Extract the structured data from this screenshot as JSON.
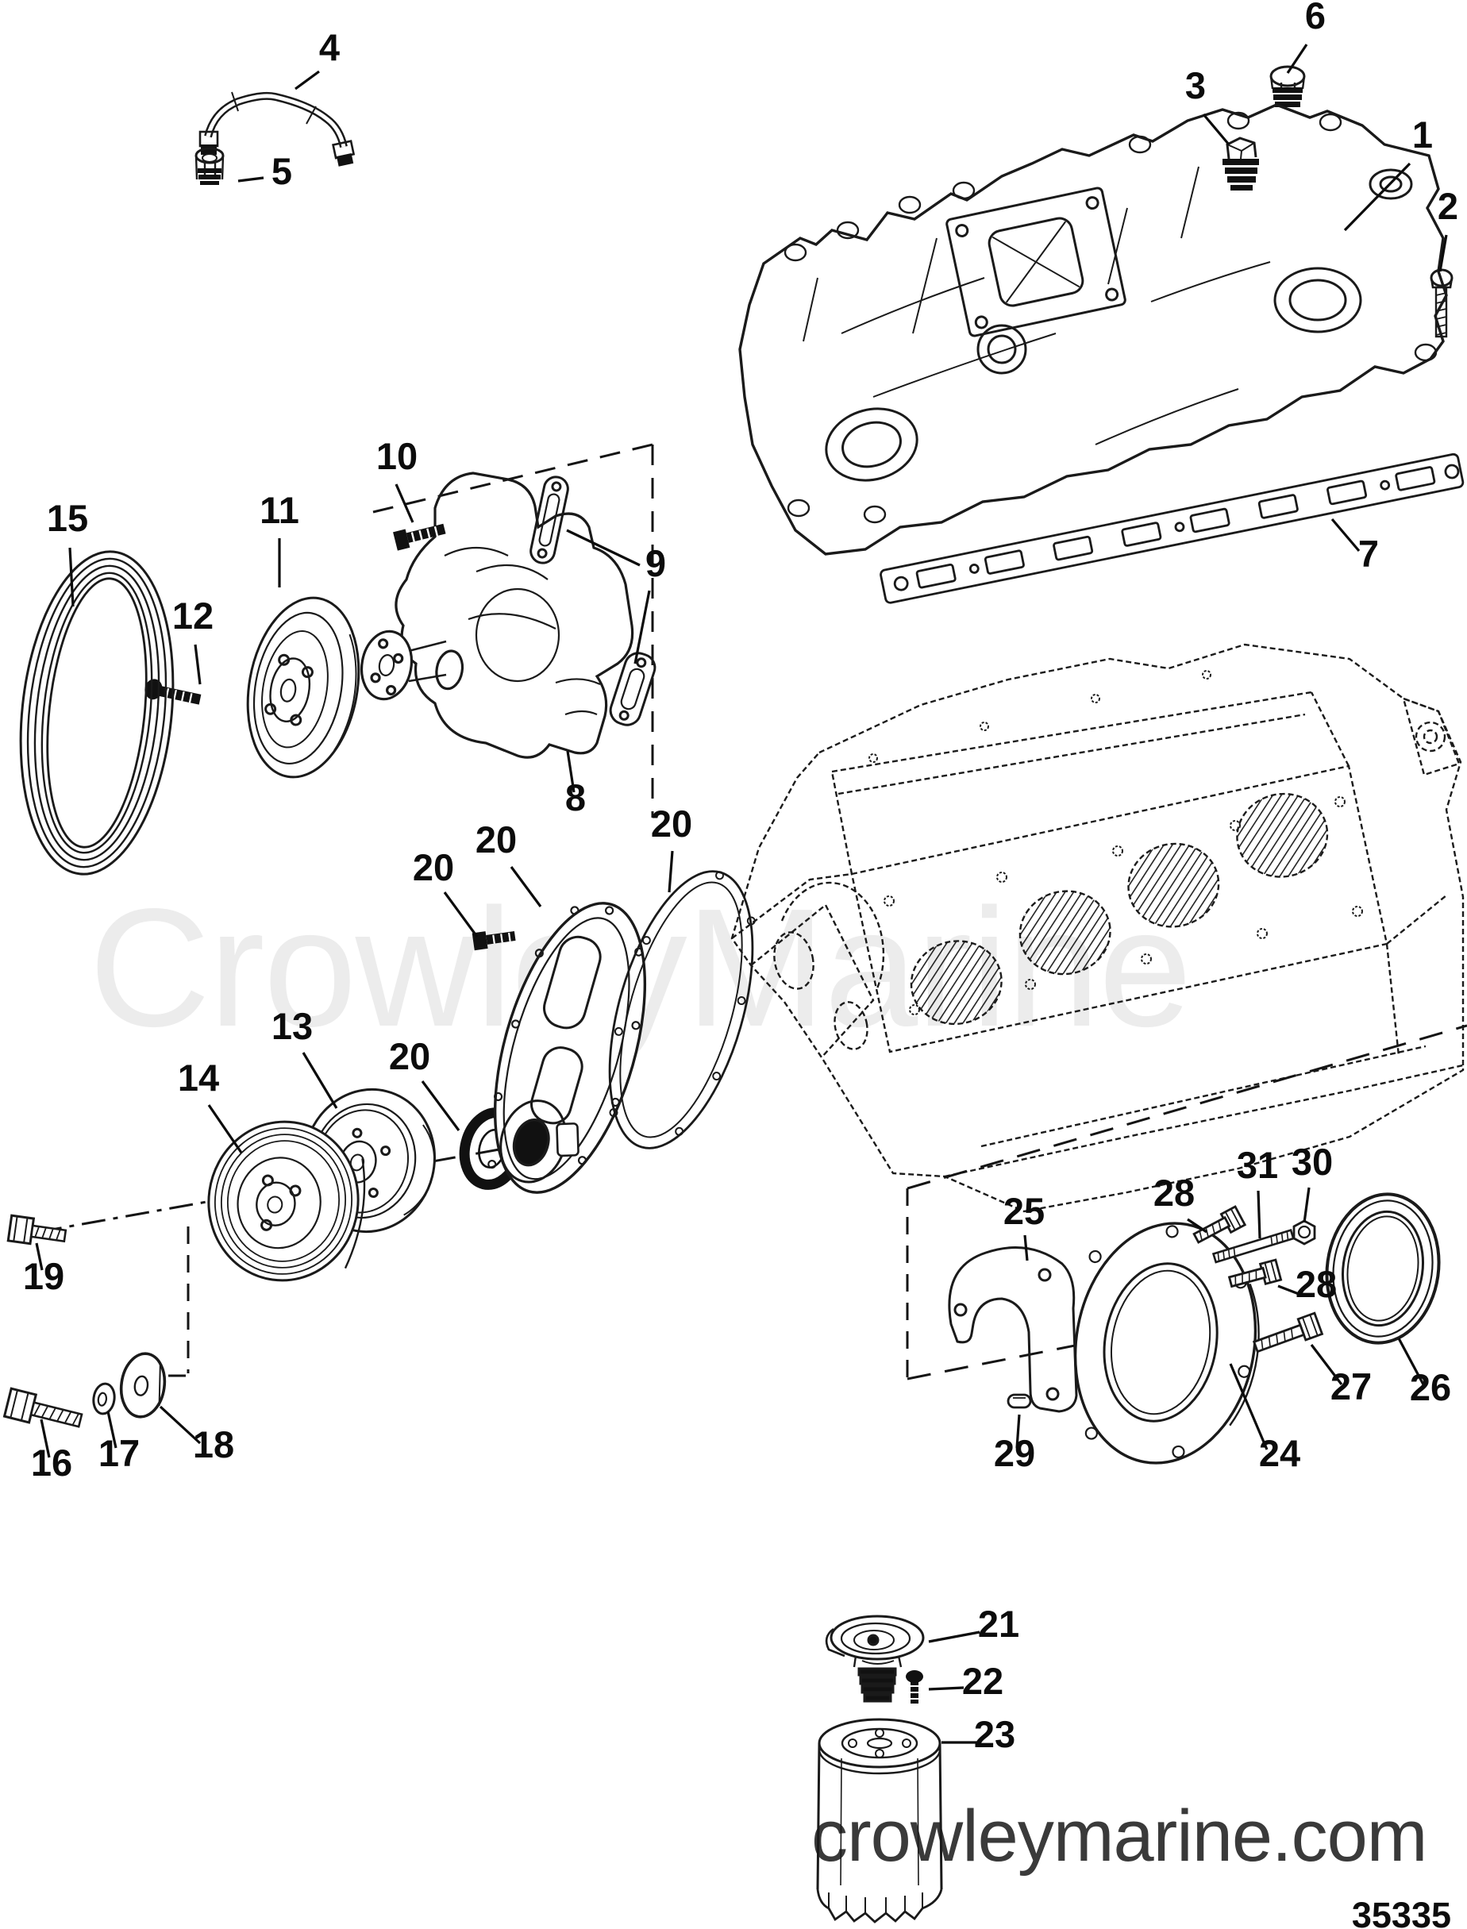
{
  "diagram": {
    "watermark": "CrowleyMarine",
    "footer_url": "crowleymarine.com",
    "drawing_number": "35335",
    "colors": {
      "line": "#1a1a1a",
      "watermark": "#ececec",
      "footer_text": "#3a3a3a",
      "background": "#ffffff"
    },
    "callouts": [
      {
        "label": "4"
      },
      {
        "label": "5"
      },
      {
        "label": "6"
      },
      {
        "label": "3"
      },
      {
        "label": "1"
      },
      {
        "label": "2"
      },
      {
        "label": "7"
      },
      {
        "label": "10"
      },
      {
        "label": "11"
      },
      {
        "label": "12"
      },
      {
        "label": "15"
      },
      {
        "label": "9"
      },
      {
        "label": "8"
      },
      {
        "label": "20"
      },
      {
        "label": "20"
      },
      {
        "label": "20"
      },
      {
        "label": "20"
      },
      {
        "label": "13"
      },
      {
        "label": "14"
      },
      {
        "label": "19"
      },
      {
        "label": "16"
      },
      {
        "label": "17"
      },
      {
        "label": "18"
      },
      {
        "label": "25"
      },
      {
        "label": "28"
      },
      {
        "label": "31"
      },
      {
        "label": "30"
      },
      {
        "label": "28"
      },
      {
        "label": "27"
      },
      {
        "label": "26"
      },
      {
        "label": "29"
      },
      {
        "label": "24"
      },
      {
        "label": "21"
      },
      {
        "label": "22"
      },
      {
        "label": "23"
      }
    ]
  }
}
